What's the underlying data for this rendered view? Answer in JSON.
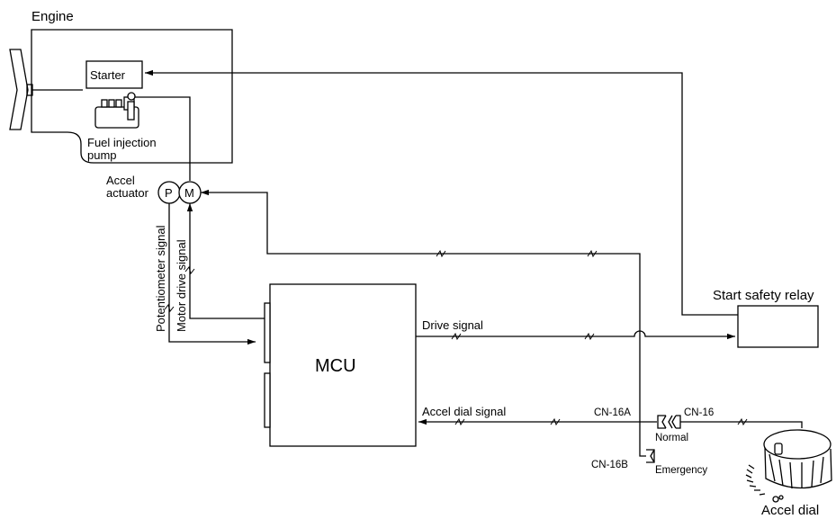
{
  "engine": {
    "title": "Engine",
    "starter_label": "Starter",
    "fuel_pump_label_line1": "Fuel injection",
    "fuel_pump_label_line2": "pump"
  },
  "actuator": {
    "label_line1": "Accel",
    "label_line2": "actuator",
    "p_label": "P",
    "m_label": "M"
  },
  "signals": {
    "potentiometer": "Potentiometer signal",
    "motor_drive": "Motor drive signal",
    "drive": "Drive signal",
    "accel_dial": "Accel dial signal"
  },
  "mcu": {
    "label": "MCU"
  },
  "relay": {
    "label": "Start safety relay"
  },
  "connectors": {
    "cn16a": "CN-16A",
    "cn16": "CN-16",
    "cn16b": "CN-16B",
    "normal": "Normal",
    "emergency": "Emergency"
  },
  "dial": {
    "label": "Accel dial"
  }
}
